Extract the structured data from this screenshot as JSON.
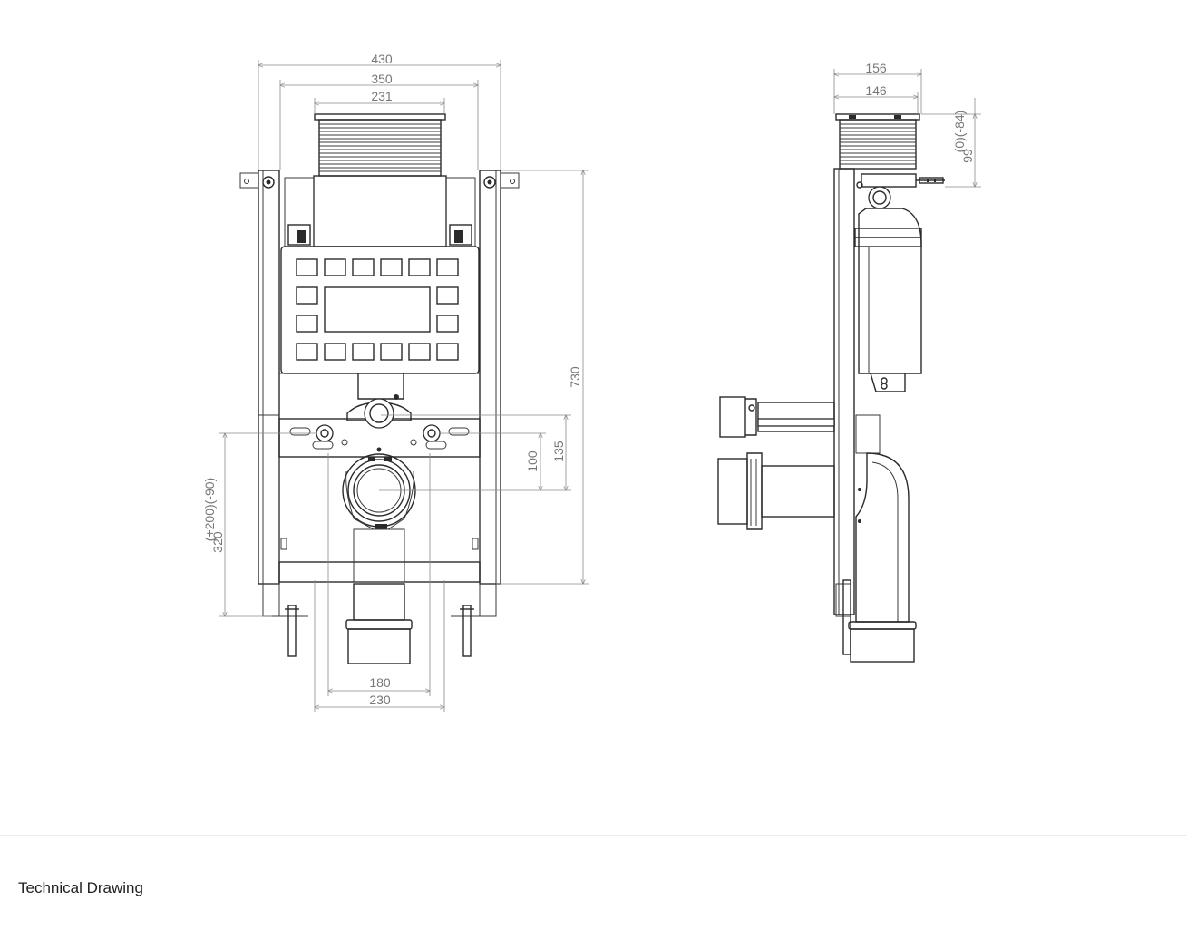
{
  "drawing": {
    "front_view": {
      "dimensions": {
        "overall_width": "430",
        "frame_width": "350",
        "cistern_width": "231",
        "height": "730",
        "outlet_offset_a": "135",
        "outlet_offset_b": "100",
        "outlet_width_inner": "180",
        "outlet_width_outer": "230",
        "outlet_height": "320",
        "outlet_height_tol": "(+200)(-90)"
      }
    },
    "side_view": {
      "dimensions": {
        "depth_overall": "156",
        "depth_frame": "146",
        "top_adjust": "99",
        "top_adjust_tol": "(0)(-84)"
      }
    }
  },
  "footer": {
    "caption": "Technical Drawing"
  },
  "colors": {
    "line": "#2a2a2a",
    "dimension": "#8a8a8a",
    "background": "#ffffff"
  }
}
